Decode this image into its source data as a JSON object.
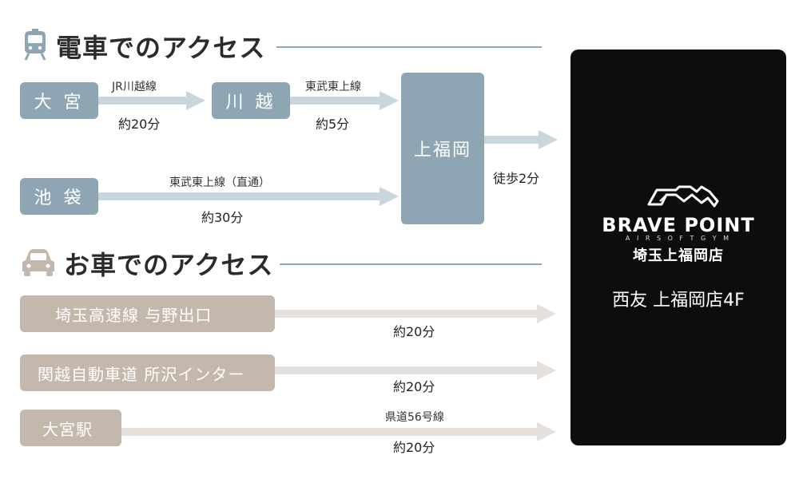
{
  "train": {
    "title": "電車でのアクセス",
    "stations": {
      "omiya": "大 宮",
      "kawagoe": "川 越",
      "ikebukuro": "池 袋",
      "kamifukuoka": "上福岡"
    },
    "routes": {
      "omiya_line": "JR川越線",
      "omiya_time": "約20分",
      "kawagoe_line": "東武東上線",
      "kawagoe_time": "約5分",
      "ikebukuro_line": "東武東上線（直通）",
      "ikebukuro_time": "約30分",
      "walk_time": "徒歩2分"
    }
  },
  "car": {
    "title": "お車でのアクセス",
    "routes": [
      {
        "label": "埼玉高速線 与野出口",
        "road": "",
        "time": "約20分"
      },
      {
        "label": "関越自動車道 所沢インター",
        "road": "",
        "time": "約20分"
      },
      {
        "label": "大宮駅",
        "road": "県道56号線",
        "time": "約20分"
      }
    ]
  },
  "destination": {
    "logo_text": "BRAVE POINT",
    "logo_subtext": "A I R S O F T G Y M",
    "branch": "埼玉上福岡店",
    "location": "西友 上福岡店4F"
  },
  "colors": {
    "station_blue": "#8ea6b4",
    "road_beige": "#c4b8ad",
    "arrow_blue": "#c8d6de",
    "arrow_beige": "#e5e0db",
    "destination_bg": "#0d0d0d"
  },
  "icons": [
    "train-icon",
    "car-icon",
    "brave-point-logo-icon"
  ]
}
